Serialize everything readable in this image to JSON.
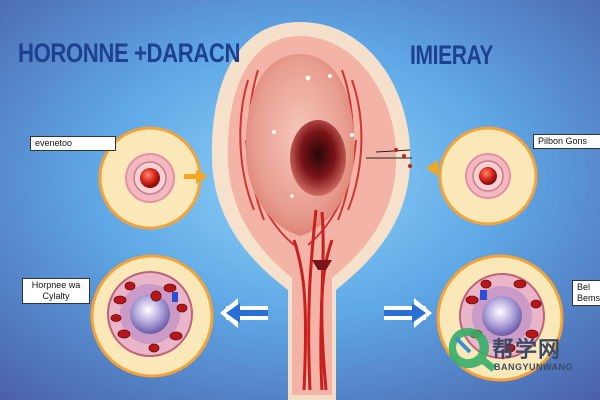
{
  "titles": {
    "left": "HORONNE +DARACN",
    "right": "IMIERAY"
  },
  "labels": {
    "top_left": "evenetoo",
    "top_right": "Pilbon Gons",
    "bottom_left": "Horpnee wa Cylalty",
    "bottom_right": "Bel Bemsc"
  },
  "watermark": {
    "cn": "帮学网",
    "en": "BANGYUNWANG"
  },
  "colors": {
    "background_center": "#5fa8e6",
    "background_edge": "#4a6fb5",
    "title": "#1f3f8f",
    "circle_fill": "#fbe8b8",
    "circle_ring": "#f4a23a",
    "arrow_orange": "#f5a623",
    "arrow_blue": "#2a6fd6",
    "uterus_pink": "#f3b3a6",
    "blood_red": "#c8201e"
  }
}
